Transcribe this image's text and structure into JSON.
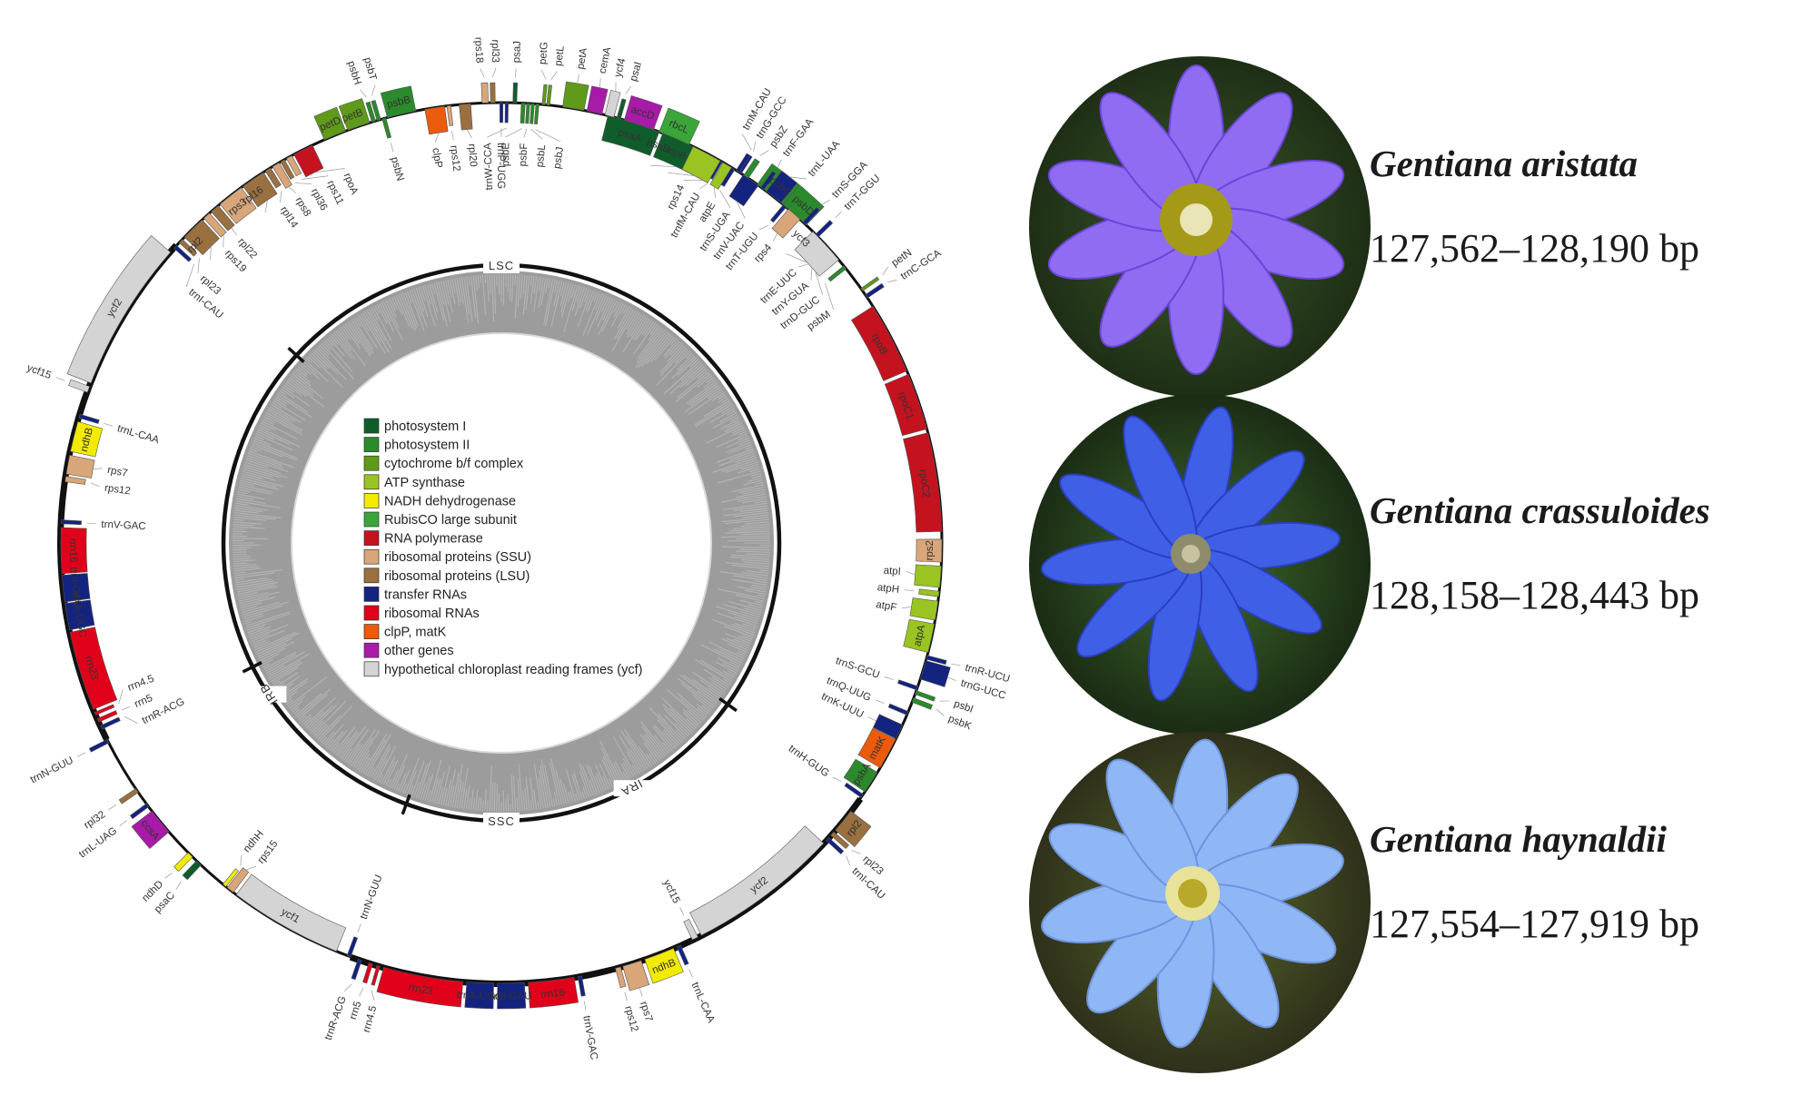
{
  "legend": [
    {
      "label": "photosystem I",
      "color": "#0f5d2b"
    },
    {
      "label": "photosystem II",
      "color": "#2b8a2b"
    },
    {
      "label": "cytochrome b/f complex",
      "color": "#5f9a1a"
    },
    {
      "label": "ATP synthase",
      "color": "#9ac421"
    },
    {
      "label": "NADH dehydrogenase",
      "color": "#f2ea00"
    },
    {
      "label": "RubisCO large subunit",
      "color": "#3aa63a"
    },
    {
      "label": "RNA polymerase",
      "color": "#c4121f"
    },
    {
      "label": "ribosomal proteins (SSU)",
      "color": "#d9a679"
    },
    {
      "label": "ribosomal proteins (LSU)",
      "color": "#9a7040"
    },
    {
      "label": "transfer RNAs",
      "color": "#13237f"
    },
    {
      "label": "ribosomal RNAs",
      "color": "#e0001a"
    },
    {
      "label": "clpP, matK",
      "color": "#ec5a0b"
    },
    {
      "label": "other genes",
      "color": "#a81aa8"
    },
    {
      "label": "hypothetical chloroplast reading frames (ycf)",
      "color": "#d4d4d4"
    }
  ],
  "regions": [
    "LSC",
    "IRA",
    "SSC",
    "IRB"
  ],
  "genes": [
    {
      "name": "psaA",
      "a": 14,
      "w": 7,
      "side": "in",
      "cat": 0
    },
    {
      "name": "psaB",
      "a": 21.5,
      "w": 7,
      "side": "in",
      "cat": 0
    },
    {
      "name": "rps14",
      "a": 28.6,
      "w": 0.9,
      "side": "in",
      "cat": 7
    },
    {
      "name": "trnfM-CAU",
      "a": 29.6,
      "w": 0.5,
      "side": "in",
      "cat": 9
    },
    {
      "name": "trnS-UGA",
      "a": 31.5,
      "w": 0.5,
      "side": "in",
      "cat": 9
    },
    {
      "name": "trnG-GCC",
      "a": 32.5,
      "w": 0.5,
      "side": "out",
      "cat": 9
    },
    {
      "name": "psbZ",
      "a": 33.4,
      "w": 0.7,
      "side": "out",
      "cat": 1
    },
    {
      "name": "psbC",
      "a": 35.5,
      "w": 5,
      "side": "out",
      "cat": 1
    },
    {
      "name": "psbD",
      "a": 39.8,
      "w": 4,
      "side": "out",
      "cat": 1
    },
    {
      "name": "trnT-GGU",
      "a": 45.5,
      "w": 0.5,
      "side": "out",
      "cat": 9
    },
    {
      "name": "trnE-UUC",
      "a": 47.5,
      "w": 0.5,
      "side": "in",
      "cat": 9
    },
    {
      "name": "trnY-GUA",
      "a": 48.2,
      "w": 0.5,
      "side": "in",
      "cat": 9
    },
    {
      "name": "trnD-GUC",
      "a": 48.9,
      "w": 0.5,
      "side": "in",
      "cat": 9
    },
    {
      "name": "psbM",
      "a": 51,
      "w": 0.5,
      "side": "in",
      "cat": 1
    },
    {
      "name": "petN",
      "a": 54.7,
      "w": 0.4,
      "side": "out",
      "cat": 2
    },
    {
      "name": "trnC-GCA",
      "a": 55.7,
      "w": 0.5,
      "side": "out",
      "cat": 9
    },
    {
      "name": "rpoB",
      "a": 57.5,
      "w": 9.5,
      "side": "in",
      "cat": 6
    },
    {
      "name": "rpoC1",
      "a": 67.5,
      "w": 7.5,
      "side": "in",
      "cat": 6
    },
    {
      "name": "rpoC2",
      "a": 75.5,
      "w": 13,
      "side": "in",
      "cat": 6
    },
    {
      "name": "rps2",
      "a": 89.5,
      "w": 3,
      "side": "in",
      "cat": 7
    },
    {
      "name": "atpI",
      "a": 93,
      "w": 2.8,
      "side": "in",
      "cat": 3
    },
    {
      "name": "atpH",
      "a": 96.3,
      "w": 0.7,
      "side": "in",
      "cat": 3
    },
    {
      "name": "atpF",
      "a": 97.6,
      "w": 2.5,
      "side": "in",
      "cat": 3
    },
    {
      "name": "atpA",
      "a": 100.6,
      "w": 3.8,
      "side": "in",
      "cat": 3
    },
    {
      "name": "trnR-UCU",
      "a": 104.8,
      "w": 0.5,
      "side": "out",
      "cat": 9
    },
    {
      "name": "trnG-UCC",
      "a": 105.5,
      "w": 2.5,
      "side": "out",
      "cat": 9
    },
    {
      "name": "psbI",
      "a": 109.6,
      "w": 0.5,
      "side": "out",
      "cat": 1
    },
    {
      "name": "psbK",
      "a": 110.6,
      "w": 0.6,
      "side": "out",
      "cat": 1
    },
    {
      "name": "trnS-GCU",
      "a": 109,
      "w": 0.5,
      "side": "in",
      "cat": 9
    },
    {
      "name": "trnQ-UUG",
      "a": 112.5,
      "w": 0.5,
      "side": "in",
      "cat": 9
    },
    {
      "name": "matK",
      "a": 116.5,
      "w": 4.2,
      "side": "in",
      "cat": 11
    },
    {
      "name": "trnK-UUU",
      "a": 114.4,
      "w": 2,
      "side": "in",
      "cat": 9
    },
    {
      "name": "psbA",
      "a": 121.4,
      "w": 3,
      "side": "in",
      "cat": 1
    },
    {
      "name": "trnH-GUG",
      "a": 124.8,
      "w": 0.5,
      "side": "in",
      "cat": 9
    },
    {
      "name": "rpl2",
      "a": 127.5,
      "w": 3.2,
      "side": "out",
      "cat": 8
    },
    {
      "name": "rpl23",
      "a": 131,
      "w": 0.6,
      "side": "out",
      "cat": 8
    },
    {
      "name": "trnI-CAU",
      "a": 132,
      "w": 0.5,
      "side": "out",
      "cat": 9
    },
    {
      "name": "ycf2",
      "a": 133,
      "w": 20,
      "side": "in",
      "cat": 13
    },
    {
      "name": "ycf15",
      "a": 153.5,
      "w": 0.8,
      "side": "in",
      "cat": 13
    },
    {
      "name": "trnL-CAA",
      "a": 156,
      "w": 0.5,
      "side": "out",
      "cat": 9
    },
    {
      "name": "ndhB",
      "a": 157,
      "w": 4,
      "side": "out",
      "cat": 4
    },
    {
      "name": "rps7",
      "a": 161.5,
      "w": 2.5,
      "side": "out",
      "cat": 7
    },
    {
      "name": "rps12",
      "a": 164.3,
      "w": 0.7,
      "side": "out",
      "cat": 7
    },
    {
      "name": "trnV-GAC",
      "a": 169.5,
      "w": 0.5,
      "side": "out",
      "cat": 9
    },
    {
      "name": "rrn16",
      "a": 170.5,
      "w": 6,
      "side": "out",
      "cat": 10
    },
    {
      "name": "trnI-GAU",
      "a": 177,
      "w": 3.5,
      "side": "out",
      "cat": 9
    },
    {
      "name": "trnA-UGC",
      "a": 181,
      "w": 3.5,
      "side": "out",
      "cat": 9
    },
    {
      "name": "rrn23",
      "a": 185,
      "w": 10.5,
      "side": "out",
      "cat": 10
    },
    {
      "name": "rrn4.5",
      "a": 196,
      "w": 0.4,
      "side": "out",
      "cat": 10
    },
    {
      "name": "rrn5",
      "a": 197,
      "w": 0.5,
      "side": "out",
      "cat": 10
    },
    {
      "name": "trnR-ACG",
      "a": 198.5,
      "w": 0.5,
      "side": "out",
      "cat": 9
    },
    {
      "name": "trnN-GUU",
      "a": 200,
      "w": 0.5,
      "side": "in",
      "cat": 9
    },
    {
      "name": "ycf1",
      "a": 202,
      "w": 15,
      "side": "in",
      "cat": 13
    },
    {
      "name": "rps15",
      "a": 217.5,
      "w": 1,
      "side": "in",
      "cat": 7
    },
    {
      "name": "ndhH",
      "a": 218.7,
      "w": 0.5,
      "side": "in",
      "cat": 4
    },
    {
      "name": "psaC",
      "a": 223,
      "w": 0.8,
      "side": "out",
      "cat": 0
    },
    {
      "name": "ndhD",
      "a": 224.5,
      "w": 0.8,
      "side": "out",
      "cat": 4
    },
    {
      "name": "ccsA",
      "a": 229,
      "w": 3.5,
      "side": "out",
      "cat": 12
    },
    {
      "name": "trnL-UAG",
      "a": 233.2,
      "w": 0.5,
      "side": "out",
      "cat": 9
    },
    {
      "name": "rpl32",
      "a": 235.5,
      "w": 0.6,
      "side": "out",
      "cat": 8
    },
    {
      "name": "trnN-GUU",
      "a": 243,
      "w": 0.5,
      "side": "out",
      "cat": 9
    },
    {
      "name": "trnR-ACG",
      "a": 245,
      "w": 0.5,
      "side": "in",
      "cat": 9
    },
    {
      "name": "rrn5",
      "a": 246,
      "w": 0.5,
      "side": "in",
      "cat": 10
    },
    {
      "name": "rrn4.5",
      "a": 247,
      "w": 0.4,
      "side": "in",
      "cat": 10
    },
    {
      "name": "rrn23",
      "a": 247.8,
      "w": 10.5,
      "side": "in",
      "cat": 10
    },
    {
      "name": "trnA-UGC",
      "a": 258.6,
      "w": 3.5,
      "side": "in",
      "cat": 9
    },
    {
      "name": "trnI-GAU",
      "a": 262.3,
      "w": 3.5,
      "side": "in",
      "cat": 9
    },
    {
      "name": "rrn16",
      "a": 266,
      "w": 6,
      "side": "in",
      "cat": 10
    },
    {
      "name": "trnV-GAC",
      "a": 272.5,
      "w": 0.5,
      "side": "in",
      "cat": 9
    },
    {
      "name": "rps12",
      "a": 278,
      "w": 0.7,
      "side": "in",
      "cat": 7
    },
    {
      "name": "rps7",
      "a": 279,
      "w": 2.5,
      "side": "in",
      "cat": 7
    },
    {
      "name": "ndhB",
      "a": 282,
      "w": 4,
      "side": "in",
      "cat": 4
    },
    {
      "name": "trnL-CAA",
      "a": 286.5,
      "w": 0.5,
      "side": "in",
      "cat": 9
    },
    {
      "name": "ycf15",
      "a": 290,
      "w": 0.8,
      "side": "out",
      "cat": 13
    },
    {
      "name": "ycf2",
      "a": 291.3,
      "w": 20,
      "side": "out",
      "cat": 13
    },
    {
      "name": "trnI-CAU",
      "a": 312,
      "w": 0.5,
      "side": "in",
      "cat": 9
    },
    {
      "name": "rpl23",
      "a": 313,
      "w": 0.6,
      "side": "in",
      "cat": 8
    },
    {
      "name": "rpl2",
      "a": 314,
      "w": 3.2,
      "side": "in",
      "cat": 8
    },
    {
      "name": "rps19",
      "a": 317.5,
      "w": 1,
      "side": "in",
      "cat": 7
    },
    {
      "name": "rpl22",
      "a": 318.8,
      "w": 1.2,
      "side": "in",
      "cat": 8
    },
    {
      "name": "rps3",
      "a": 320.3,
      "w": 3.5,
      "side": "in",
      "cat": 7
    },
    {
      "name": "rpl16",
      "a": 324.1,
      "w": 3.2,
      "side": "in",
      "cat": 8
    },
    {
      "name": "rpl14",
      "a": 327.6,
      "w": 0.8,
      "side": "in",
      "cat": 8
    },
    {
      "name": "rps8",
      "a": 328.7,
      "w": 1,
      "side": "in",
      "cat": 7
    },
    {
      "name": "rpl36",
      "a": 329.9,
      "w": 0.6,
      "side": "in",
      "cat": 8
    },
    {
      "name": "rps11",
      "a": 330.8,
      "w": 0.8,
      "side": "in",
      "cat": 7
    },
    {
      "name": "rpoA",
      "a": 331.9,
      "w": 2.7,
      "side": "in",
      "cat": 6
    },
    {
      "name": "petD",
      "a": 336.3,
      "w": 3,
      "side": "out",
      "cat": 2
    },
    {
      "name": "petB",
      "a": 339.6,
      "w": 3,
      "side": "out",
      "cat": 2
    },
    {
      "name": "psbH",
      "a": 342.9,
      "w": 0.5,
      "side": "out",
      "cat": 1
    },
    {
      "name": "psbT",
      "a": 343.6,
      "w": 0.5,
      "side": "out",
      "cat": 1
    },
    {
      "name": "psbN",
      "a": 344.3,
      "w": 0.5,
      "side": "in",
      "cat": 1
    },
    {
      "name": "psbB",
      "a": 345,
      "w": 3.8,
      "side": "out",
      "cat": 1
    },
    {
      "name": "clpP",
      "a": 350,
      "w": 2.6,
      "side": "in",
      "cat": 11
    },
    {
      "name": "rps12",
      "a": 352.9,
      "w": 0.5,
      "side": "in",
      "cat": 7
    },
    {
      "name": "rpl20",
      "a": 354.5,
      "w": 1.5,
      "side": "in",
      "cat": 8
    }
  ],
  "genes_lsc_top": [
    {
      "name": "rps18",
      "a": 357.5,
      "w": 0.8,
      "side": "out",
      "cat": 7
    },
    {
      "name": "rpl33",
      "a": 358.6,
      "w": 0.6,
      "side": "out",
      "cat": 8
    },
    {
      "name": "trnP-UGG",
      "a": 359.8,
      "w": 0.4,
      "side": "in",
      "cat": 9
    },
    {
      "name": "trnW-CCA",
      "a": 0.5,
      "w": 0.4,
      "side": "in",
      "cat": 9
    },
    {
      "name": "psaJ",
      "a": 1.5,
      "w": 0.5,
      "side": "out",
      "cat": 0
    },
    {
      "name": "psbE",
      "a": 2.6,
      "w": 0.5,
      "side": "in",
      "cat": 1
    },
    {
      "name": "psbF",
      "a": 3.3,
      "w": 0.4,
      "side": "in",
      "cat": 1
    },
    {
      "name": "psbL",
      "a": 3.9,
      "w": 0.4,
      "side": "in",
      "cat": 1
    },
    {
      "name": "psbJ",
      "a": 4.5,
      "w": 0.4,
      "side": "in",
      "cat": 1
    },
    {
      "name": "petG",
      "a": 5.3,
      "w": 0.4,
      "side": "out",
      "cat": 2
    },
    {
      "name": "petL",
      "a": 5.9,
      "w": 0.4,
      "side": "out",
      "cat": 2
    },
    {
      "name": "petA",
      "a": 8,
      "w": 2.8,
      "side": "out",
      "cat": 2
    },
    {
      "name": "cemA",
      "a": 11.2,
      "w": 2,
      "side": "out",
      "cat": 12
    },
    {
      "name": "ycf4",
      "a": 13.6,
      "w": 1.2,
      "side": "out",
      "cat": 13
    },
    {
      "name": "psaI",
      "a": 15.2,
      "w": 0.5,
      "side": "out",
      "cat": 0
    },
    {
      "name": "accD",
      "a": 16.2,
      "w": 4,
      "side": "out",
      "cat": 12
    },
    {
      "name": "rbcL",
      "a": 21,
      "w": 4.2,
      "side": "out",
      "cat": 5
    },
    {
      "name": "atpB",
      "a": 25.8,
      "w": 4,
      "side": "in",
      "cat": 3
    },
    {
      "name": "atpE",
      "a": 30.2,
      "w": 1.3,
      "side": "in",
      "cat": 3
    },
    {
      "name": "trnM-CAU",
      "a": 32.2,
      "w": 0.5,
      "side": "out",
      "cat": 9
    },
    {
      "name": "trnV-UAC",
      "a": 33.3,
      "w": 2.4,
      "side": "in",
      "cat": 9
    },
    {
      "name": "trnF-GAA",
      "a": 36.1,
      "w": 0.5,
      "side": "out",
      "cat": 9
    },
    {
      "name": "trnL-UAA",
      "a": 37,
      "w": 2.4,
      "side": "out",
      "cat": 9
    },
    {
      "name": "trnT-UGU",
      "a": 39.8,
      "w": 0.5,
      "side": "in",
      "cat": 9
    },
    {
      "name": "rps4",
      "a": 40.7,
      "w": 2,
      "side": "in",
      "cat": 7
    },
    {
      "name": "trnS-GGA",
      "a": 43.2,
      "w": 0.5,
      "side": "out",
      "cat": 9
    },
    {
      "name": "ycf3",
      "a": 45,
      "w": 5,
      "side": "in",
      "cat": 13
    }
  ],
  "species": [
    {
      "name": "Gentiana aristata",
      "size": "127,562–128,190 bp"
    },
    {
      "name": "Gentiana crassuloides",
      "size": "128,158–128,443 bp"
    },
    {
      "name": "Gentiana haynaldii",
      "size": "127,554–127,919 bp"
    }
  ]
}
